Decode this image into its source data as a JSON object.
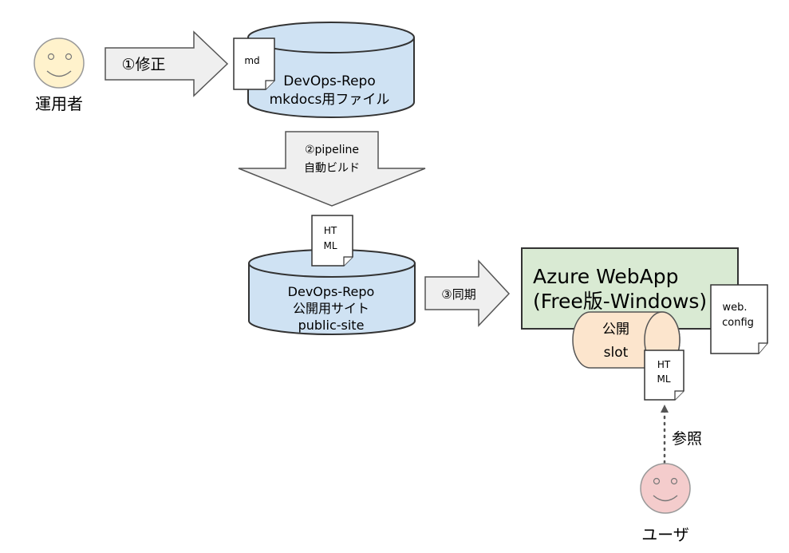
{
  "operator": {
    "label": "運用者"
  },
  "user": {
    "label": "ユーザ"
  },
  "steps": {
    "edit": "①修正",
    "build_line1": "②pipeline",
    "build_line2": "自動ビルド",
    "sync": "③同期",
    "reference": "参照"
  },
  "repo_source": {
    "line1": "DevOps-Repo",
    "line2": "mkdocs用ファイル",
    "doc": "md"
  },
  "repo_public": {
    "line1": "DevOps-Repo",
    "line2": "公開用サイト",
    "line3": "public-site",
    "doc_line1": "HT",
    "doc_line2": "ML"
  },
  "webapp": {
    "line1": "Azure WebApp",
    "line2": "(Free版-Windows)",
    "config_line1": "web.",
    "config_line2": "config",
    "slot_line1": "公開",
    "slot_line2": "slot",
    "doc_line1": "HT",
    "doc_line2": "ML"
  },
  "colors": {
    "repo_fill": "#cfe2f3",
    "webapp_fill": "#d9ead3",
    "slot_fill": "#fce5cd",
    "operator_face": "#fff2cc",
    "user_face": "#f4cccc",
    "arrow_fill": "#efefef"
  },
  "icons": [
    "smiley-face-icon",
    "database-cylinder-icon",
    "document-icon",
    "block-arrow-icon"
  ]
}
